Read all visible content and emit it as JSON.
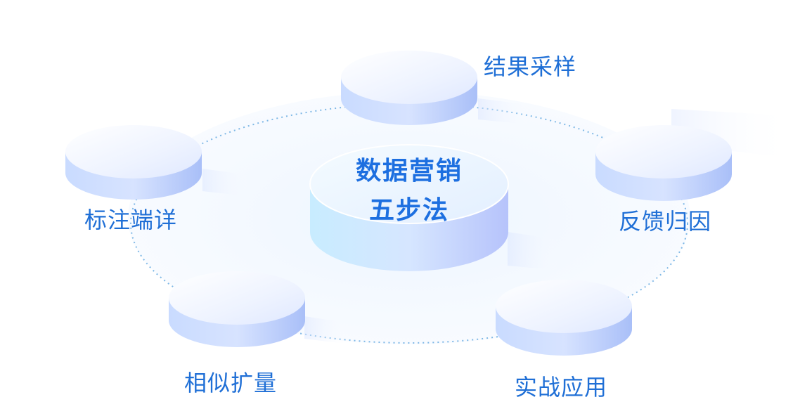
{
  "center": {
    "title_line1": "数据营销",
    "title_line2": "五步法"
  },
  "steps": [
    {
      "id": "sampling",
      "label": "结果采样"
    },
    {
      "id": "attribution",
      "label": "反馈归因"
    },
    {
      "id": "application",
      "label": "实战应用"
    },
    {
      "id": "expansion",
      "label": "相似扩量"
    },
    {
      "id": "labeling",
      "label": "标注端详"
    }
  ],
  "colors": {
    "label_text": "#1f6fd6",
    "center_text": "#1d6fe0",
    "disk_top": "#eef3ff",
    "disk_side": "#b9cdfb",
    "ring_dots": "#7fb8e6"
  }
}
